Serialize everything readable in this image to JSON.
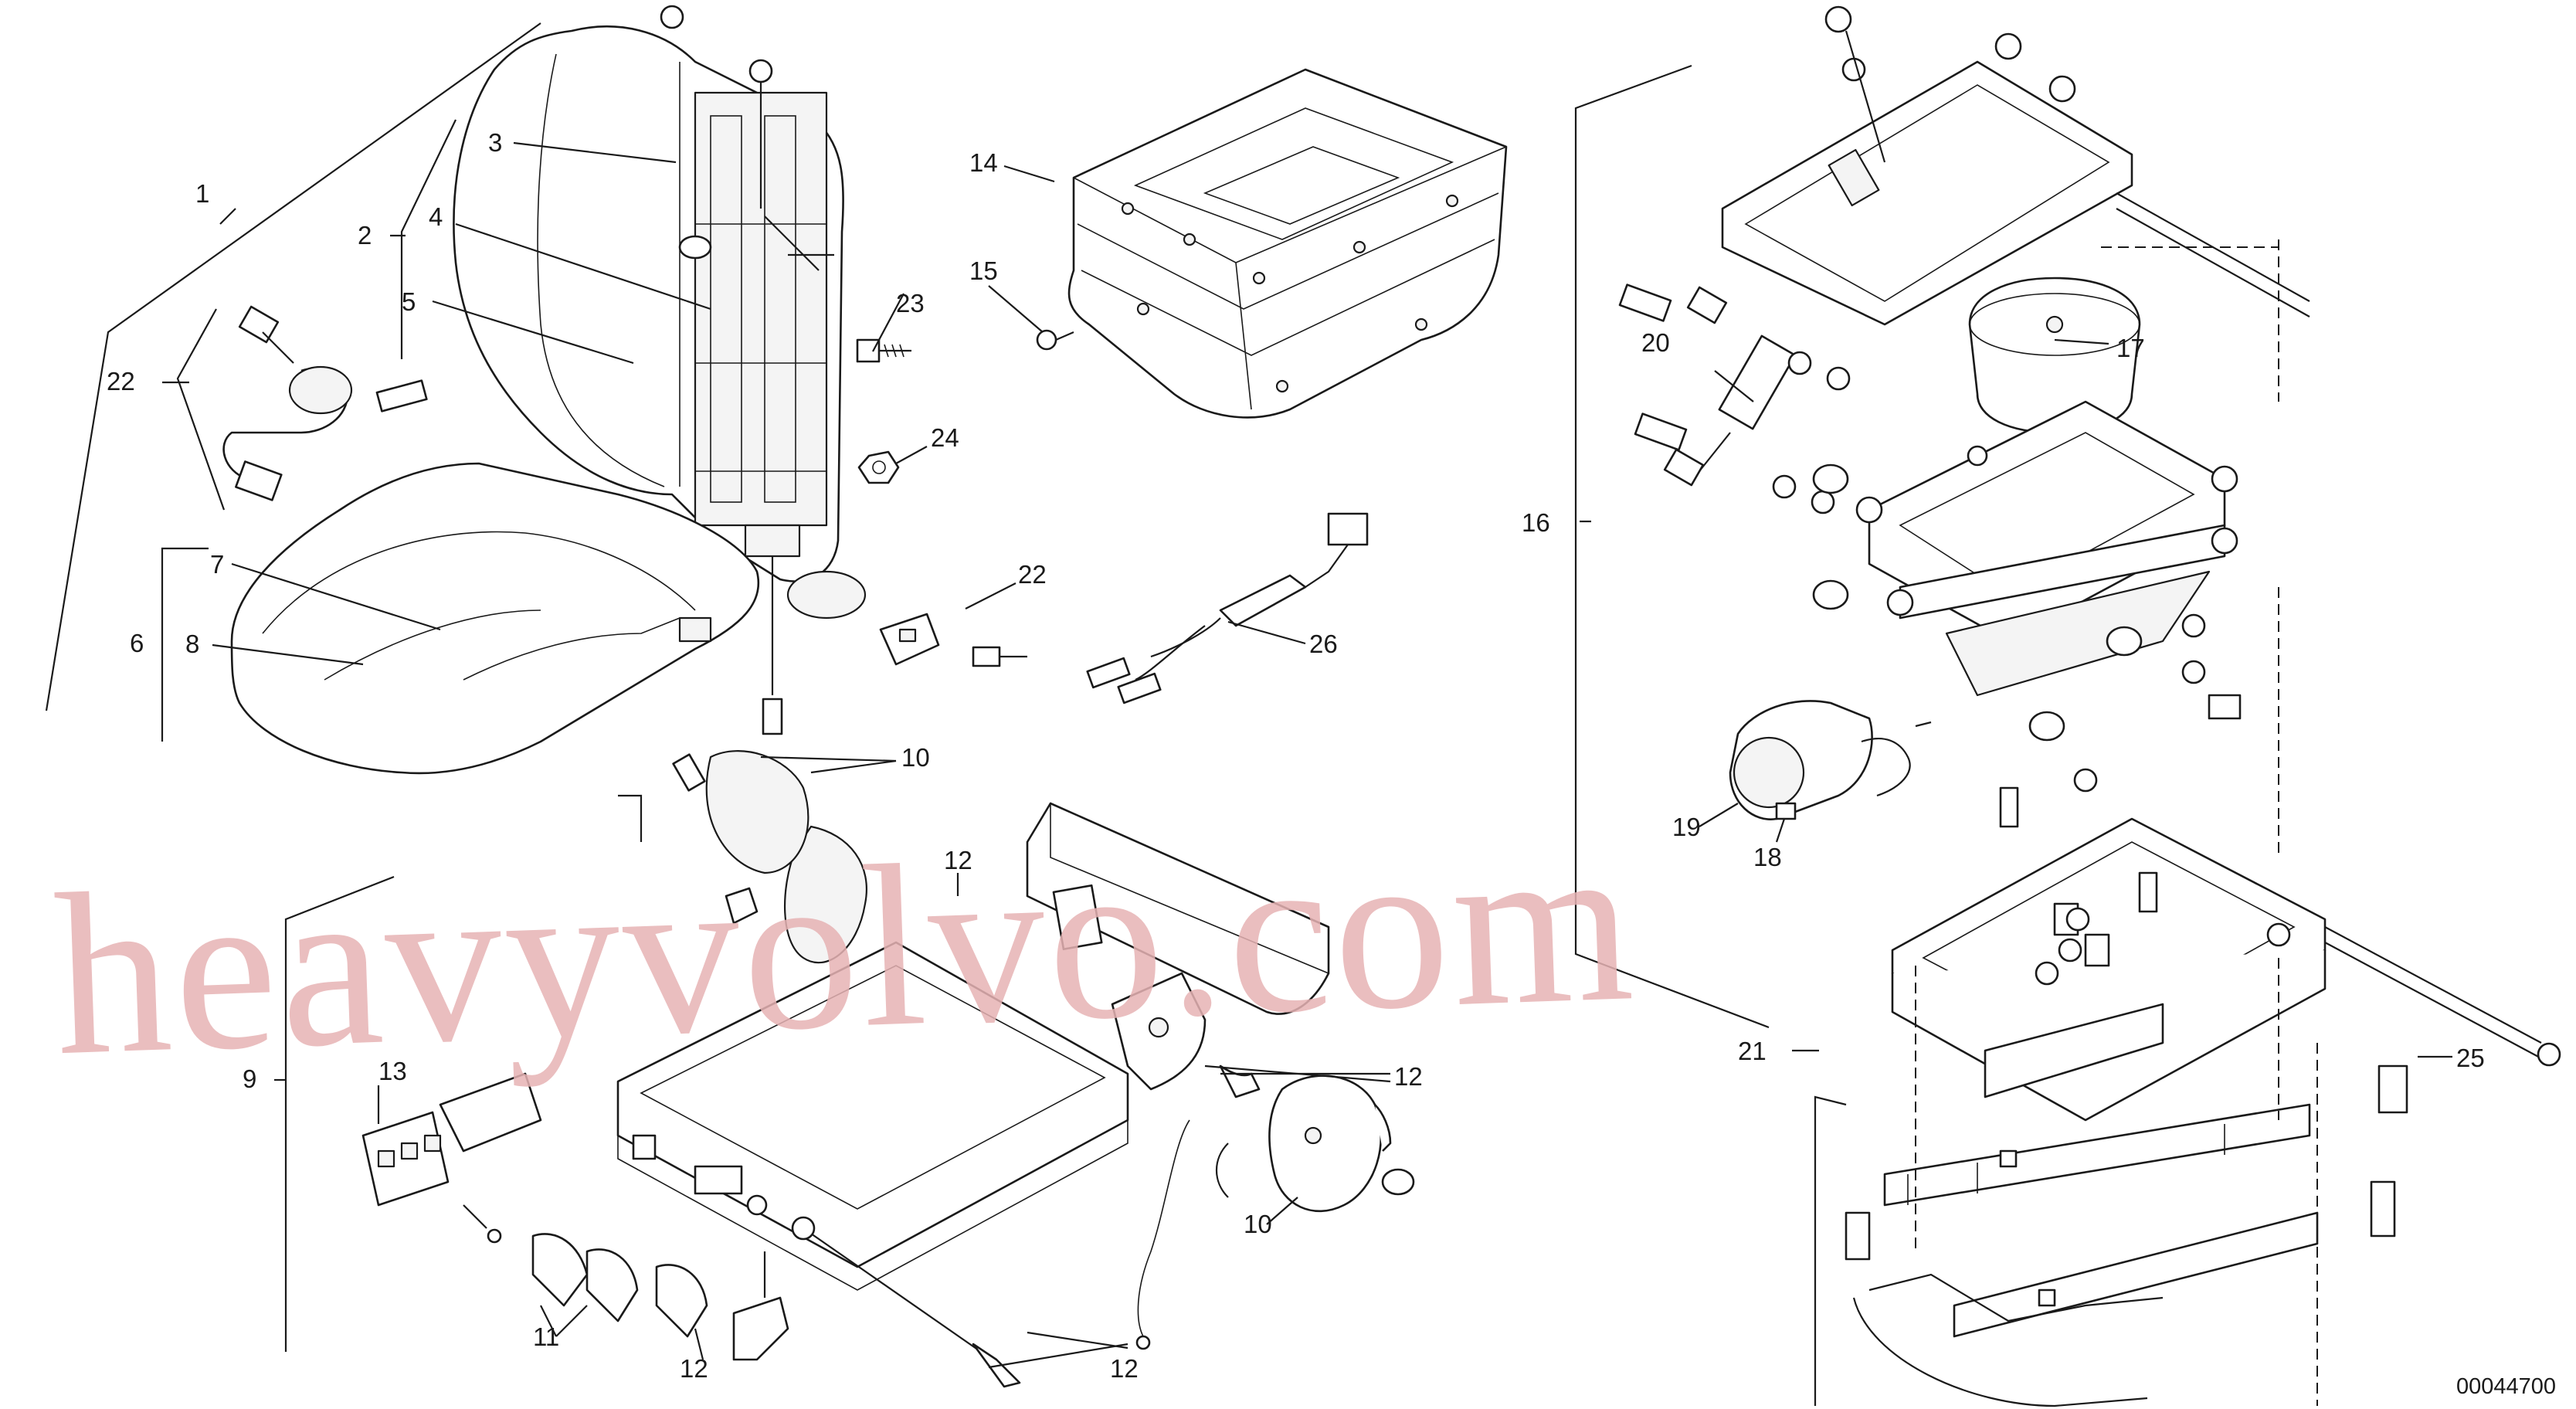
{
  "diagram": {
    "drawing_number": "00044700",
    "watermark": "heavyvolvo.com",
    "callouts": [
      {
        "id": "c1",
        "text": "1"
      },
      {
        "id": "c2",
        "text": "2"
      },
      {
        "id": "c3",
        "text": "3"
      },
      {
        "id": "c4",
        "text": "4"
      },
      {
        "id": "c5",
        "text": "5"
      },
      {
        "id": "c6",
        "text": "6"
      },
      {
        "id": "c7",
        "text": "7"
      },
      {
        "id": "c8",
        "text": "8"
      },
      {
        "id": "c9",
        "text": "9"
      },
      {
        "id": "c10a",
        "text": "10"
      },
      {
        "id": "c10b",
        "text": "10"
      },
      {
        "id": "c11",
        "text": "11"
      },
      {
        "id": "c12a",
        "text": "12"
      },
      {
        "id": "c12b",
        "text": "12"
      },
      {
        "id": "c12c",
        "text": "12"
      },
      {
        "id": "c12d",
        "text": "12"
      },
      {
        "id": "c13",
        "text": "13"
      },
      {
        "id": "c14",
        "text": "14"
      },
      {
        "id": "c15",
        "text": "15"
      },
      {
        "id": "c16",
        "text": "16"
      },
      {
        "id": "c17",
        "text": "17"
      },
      {
        "id": "c18",
        "text": "18"
      },
      {
        "id": "c19",
        "text": "19"
      },
      {
        "id": "c20",
        "text": "20"
      },
      {
        "id": "c21",
        "text": "21"
      },
      {
        "id": "c22a",
        "text": "22"
      },
      {
        "id": "c22b",
        "text": "22"
      },
      {
        "id": "c23",
        "text": "23"
      },
      {
        "id": "c24",
        "text": "24"
      },
      {
        "id": "c25",
        "text": "25"
      },
      {
        "id": "c26",
        "text": "26"
      }
    ]
  }
}
